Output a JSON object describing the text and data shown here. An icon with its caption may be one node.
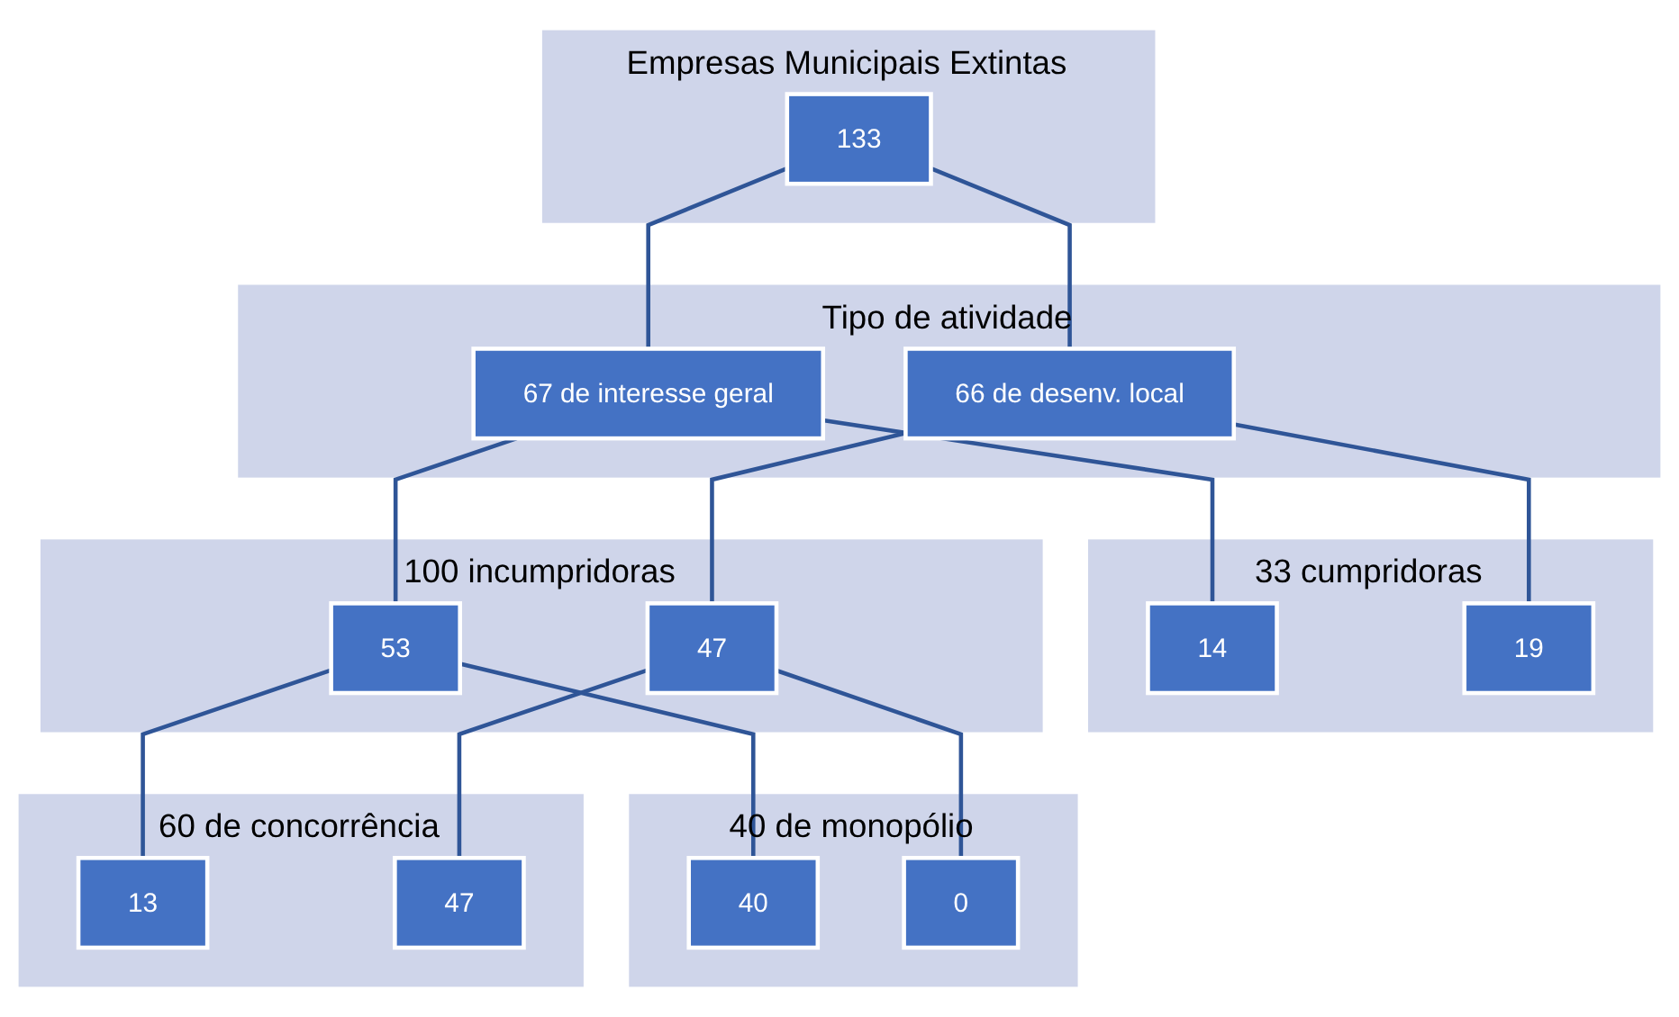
{
  "diagram": {
    "nodes": [
      {
        "text": [
          "Empresas Municipais Extintas"
        ]
      },
      {
        "text": [
          "133"
        ],
        "in": 0
      },
      {
        "text": [
          "Tipo de atividade"
        ]
      },
      {
        "text": [
          "67 de interesse geral"
        ],
        "in": 2
      },
      {
        "text": [
          "66 de desenv. local"
        ],
        "in": 2
      },
      {
        "text": [
          "33 cumpridoras"
        ]
      },
      {
        "text": [
          "14"
        ],
        "in": 5
      },
      {
        "text": [
          "19"
        ],
        "in": 5
      },
      {
        "text": [
          "100 incumpridoras"
        ]
      },
      {
        "text": [
          "53"
        ],
        "in": 8
      },
      {
        "text": [
          "47"
        ],
        "in": 8
      },
      {
        "text": [
          "40 de monopólio"
        ]
      },
      {
        "text": [
          "40"
        ],
        "in": 11
      },
      {
        "text": [
          "0"
        ],
        "in": 11
      },
      {
        "text": [
          "60 de concorrência"
        ]
      },
      {
        "text": [
          "13"
        ],
        "in": 14
      },
      {
        "text": [
          "47"
        ],
        "in": 14
      }
    ],
    "edges": [
      {
        "from": 1,
        "to": 3,
        "arrow": "none"
      },
      {
        "from": 1,
        "to": 4,
        "arrow": "none"
      },
      {
        "from": 3,
        "to": 6,
        "arrow": "none"
      },
      {
        "from": 3,
        "to": 9,
        "arrow": "none"
      },
      {
        "from": 4,
        "to": 7,
        "arrow": "none"
      },
      {
        "from": 4,
        "to": 10,
        "arrow": "none"
      },
      {
        "from": 9,
        "to": 12,
        "arrow": "none"
      },
      {
        "from": 9,
        "to": 15,
        "arrow": "none"
      },
      {
        "from": 10,
        "to": 13,
        "arrow": "none"
      },
      {
        "from": 10,
        "to": 16,
        "arrow": "none"
      }
    ]
  }
}
